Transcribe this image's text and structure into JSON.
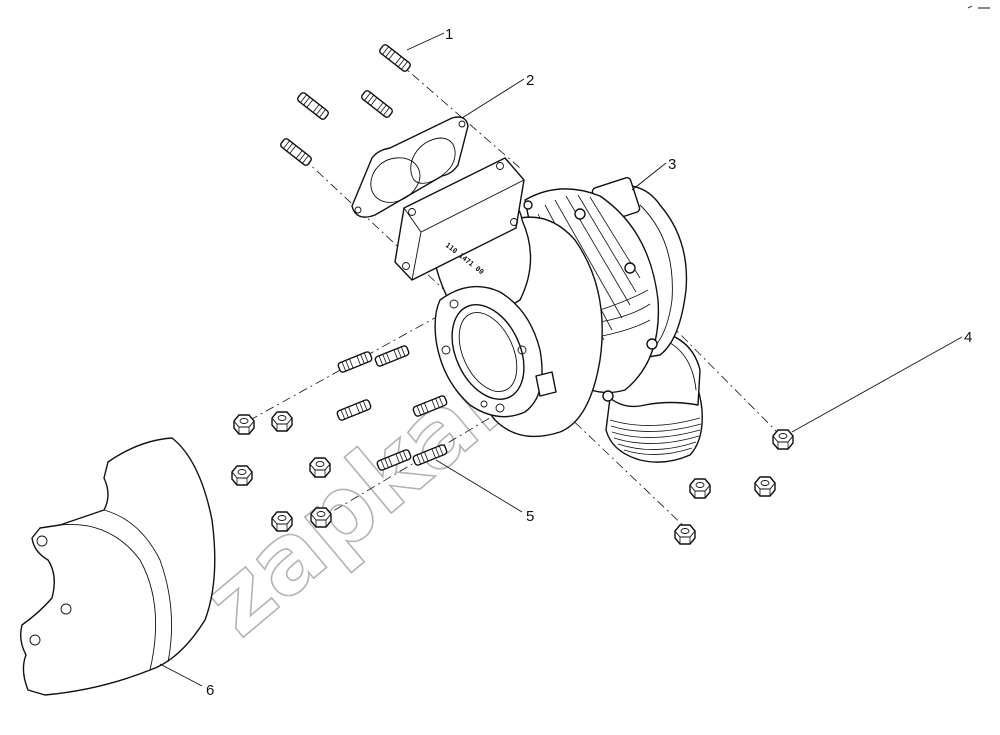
{
  "figure": {
    "callouts": [
      {
        "id": "1",
        "label": "1"
      },
      {
        "id": "2",
        "label": "2"
      },
      {
        "id": "3",
        "label": "3"
      },
      {
        "id": "4",
        "label": "4"
      },
      {
        "id": "5",
        "label": "5"
      },
      {
        "id": "6",
        "label": "6"
      }
    ],
    "casting_stamp": "110 1471 00",
    "watermark": "zapkam.ru"
  },
  "colors": {
    "line": "#111111",
    "background": "#ffffff",
    "watermark": "#9a9a9a"
  }
}
